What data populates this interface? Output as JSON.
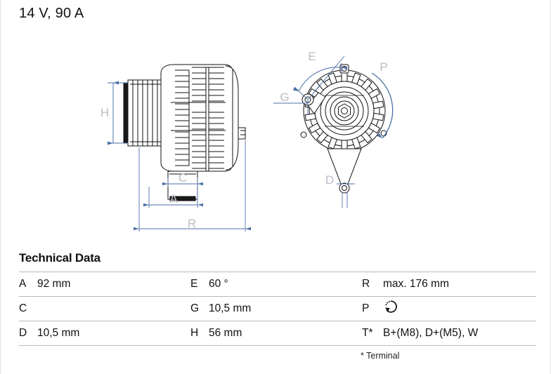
{
  "header": {
    "title": "14 V, 90 A"
  },
  "technical_data": {
    "heading": "Technical Data",
    "footnote": "* Terminal",
    "rows": [
      {
        "col1_key": "A",
        "col1_value": "92 mm",
        "col2_key": "E",
        "col2_value": "60 °",
        "col3_key": "R",
        "col3_value": "max. 176 mm"
      },
      {
        "col1_key": "C",
        "col1_value": "",
        "col2_key": "G",
        "col2_value": "10,5 mm",
        "col3_key": "P",
        "col3_value": ""
      },
      {
        "col1_key": "D",
        "col1_value": "10,5 mm",
        "col2_key": "H",
        "col2_value": "56 mm",
        "col3_key": "T*",
        "col3_value": "B+(M8), D+(M5), W"
      }
    ],
    "p_icon_name": "rotation-direction-icon"
  },
  "drawings": {
    "side_view": {
      "labels": {
        "h": "H",
        "c": "C",
        "a": "A",
        "r": "R"
      }
    },
    "front_view": {
      "labels": {
        "e": "E",
        "g": "G",
        "p": "P",
        "d": "D"
      }
    }
  },
  "colors": {
    "dimension_blue": "#4a6fa8",
    "label_grey": "#b9bcc6",
    "value_cell_grey": "#dcdcdc",
    "rule_grey": "#b9b9b9",
    "ink": "#111111"
  }
}
